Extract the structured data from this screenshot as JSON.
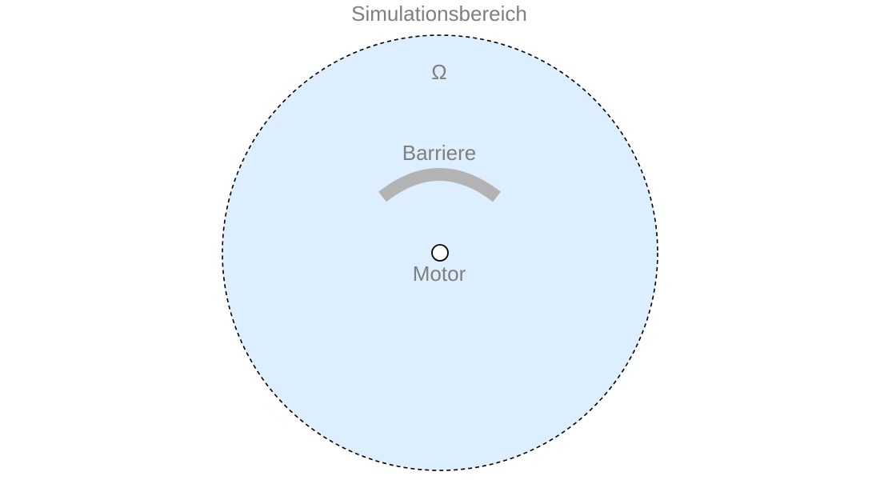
{
  "diagram": {
    "domain_title": "Simulationsbereich",
    "domain_symbol": "Ω",
    "barrier_label": "Barriere",
    "motor_label": "Motor"
  },
  "colors": {
    "domain_fill": "#ddeeff",
    "domain_stroke": "#000000",
    "barrier": "#b3b3b3",
    "label_text": "#7f7f7f",
    "motor_fill": "#ffffff",
    "motor_stroke": "#000000"
  }
}
